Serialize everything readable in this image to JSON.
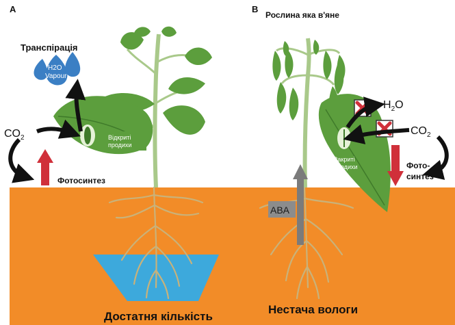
{
  "panel_a": {
    "letter": "A",
    "transpiration": "Транспірація",
    "vapour_line1": "H2O",
    "vapour_line2": "Vapour",
    "co2": "CO2",
    "co2_base": "CO",
    "co2_sub": "2",
    "open_stomata_line1": "Відкриті",
    "open_stomata_line2": "продихи",
    "photosynthesis": "Фотосинтез",
    "caption": "Достатня кількість"
  },
  "panel_b": {
    "letter": "B",
    "title": "Рослина яка в'яне",
    "h2o": "H2O",
    "h2o_base": "H",
    "h2o_sub": "2",
    "h2o_tail": "O",
    "co2": "CO2",
    "co2_base": "CO",
    "co2_sub": "2",
    "closed_stomata_line1": "Закриті",
    "closed_stomata_line2": "продихи",
    "photosynthesis_line1": "Фото-",
    "photosynthesis_line2": "синтез",
    "aba": "ABA",
    "caption": "Нестача вологи"
  },
  "colors": {
    "soil": "#F28C28",
    "water": "#3DA9DC",
    "leaf": "#5C9E3D",
    "leaf_dark": "#3F7A2A",
    "stem": "#A9C98A",
    "root": "#C9B27A",
    "red_arrow": "#D0303A",
    "aba_arrow": "#7B7B7B",
    "droplet": "#3B7FC4"
  }
}
